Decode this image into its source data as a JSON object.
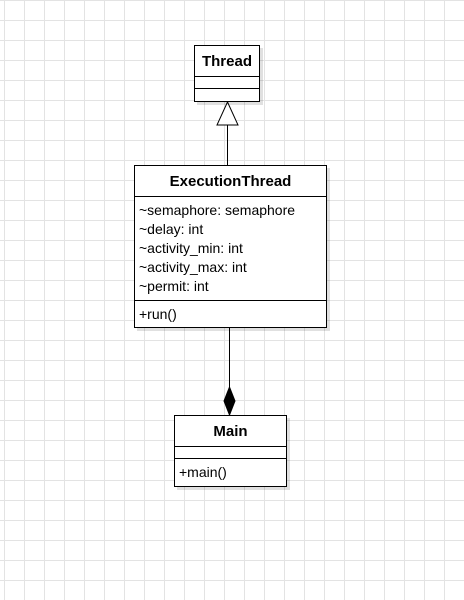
{
  "diagram": {
    "classes": {
      "thread": {
        "name": "Thread",
        "attributes": [],
        "operations": []
      },
      "execution_thread": {
        "name": "ExecutionThread",
        "attributes": [
          "~semaphore: semaphore",
          "~delay: int",
          "~activity_min: int",
          "~activity_max: int",
          "~permit: int"
        ],
        "operations": [
          "+run()"
        ]
      },
      "main": {
        "name": "Main",
        "attributes": [],
        "operations": [
          "+main()"
        ]
      }
    },
    "relationships": [
      {
        "type": "generalization",
        "from": "ExecutionThread",
        "to": "Thread"
      },
      {
        "type": "composition",
        "from": "ExecutionThread",
        "to": "Main"
      }
    ]
  }
}
